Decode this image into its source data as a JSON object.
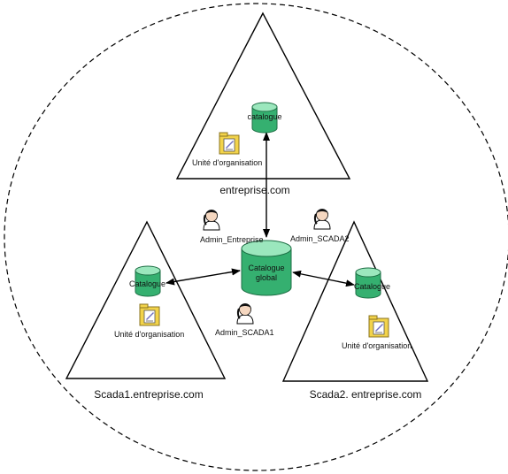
{
  "domains": {
    "top": "entreprise.com",
    "left": "Scada1.entreprise.com",
    "right": "Scada2. entreprise.com"
  },
  "catalogs": {
    "top": "catalogue",
    "left": "Catalogue",
    "right": "Catalogue",
    "global_line1": "Catalogue",
    "global_line2": "global"
  },
  "org_units": {
    "top": "Unité d'organisation",
    "left": "Unité d'organisation",
    "right": "Unité d'organisation"
  },
  "admins": {
    "enterprise": "Admin_Entreprise",
    "scada2": "Admin_SCADA2",
    "scada1": "Admin_SCADA1"
  },
  "colors": {
    "database": "#35b070",
    "database_top": "#9be7bd",
    "org_unit_icon": "#f2d34a",
    "boundary": "#000000"
  },
  "icons": {
    "database": "database-cylinder-icon",
    "org_unit": "folder-document-icon",
    "admin": "user-person-icon"
  }
}
